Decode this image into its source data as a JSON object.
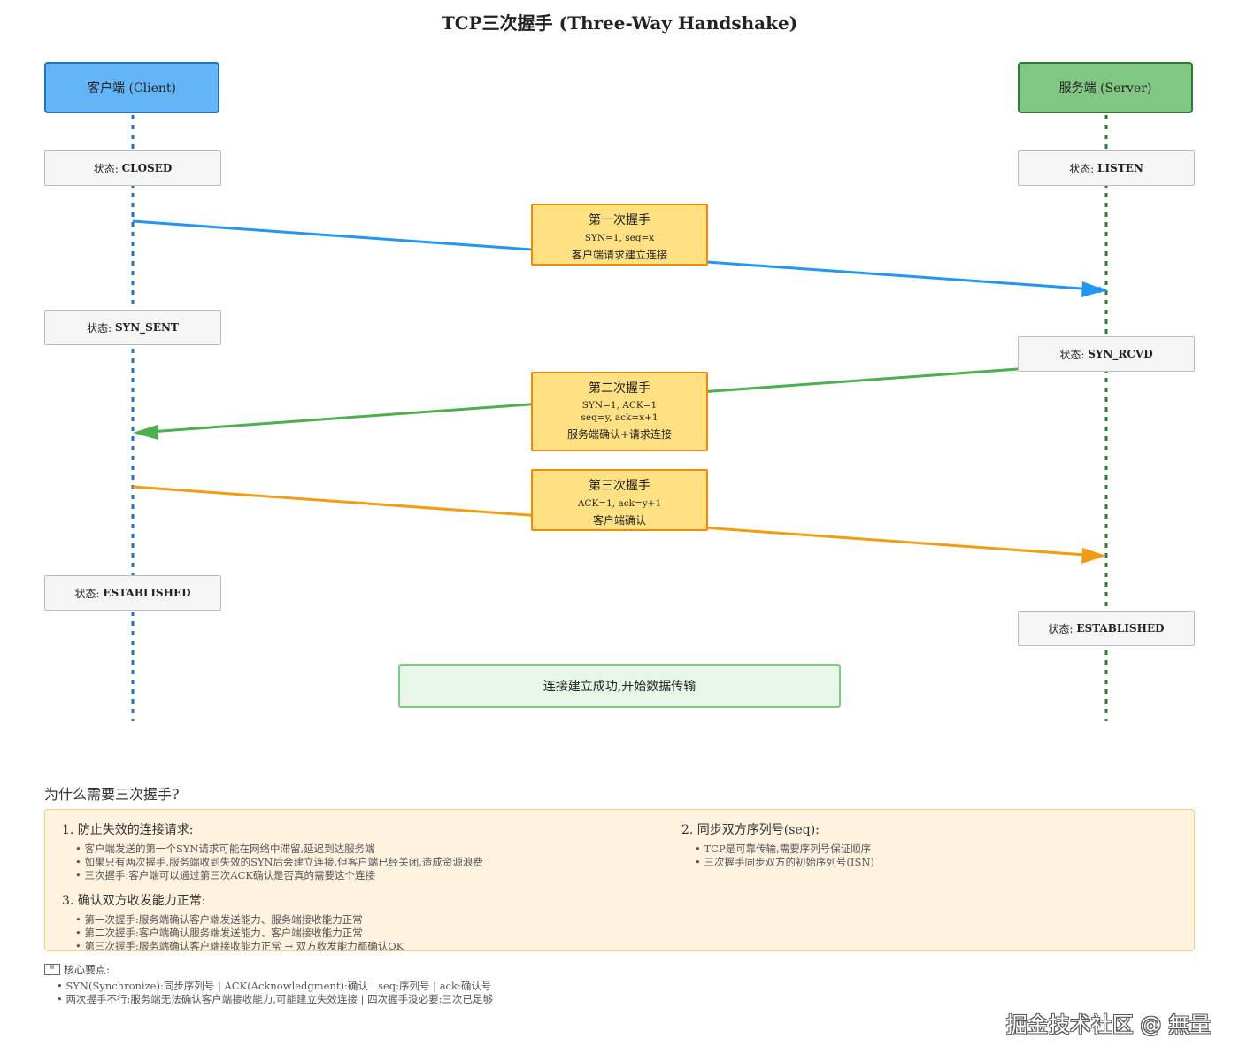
{
  "title": "TCP三次握手 (Three-Way Handshake)",
  "actors": {
    "client": "客户端 (Client)",
    "server": "服务端 (Server)"
  },
  "state_prefix": "状态: ",
  "states": {
    "client_closed": "CLOSED",
    "server_listen": "LISTEN",
    "client_syn_sent": "SYN_SENT",
    "server_syn_rcvd": "SYN_RCVD",
    "client_established": "ESTABLISHED",
    "server_established": "ESTABLISHED"
  },
  "messages": [
    {
      "title": "第一次握手",
      "lines": [
        "SYN=1, seq=x"
      ],
      "desc": "客户端请求建立连接",
      "color": "#2196f3"
    },
    {
      "title": "第二次握手",
      "lines": [
        "SYN=1, ACK=1",
        "seq=y, ack=x+1"
      ],
      "desc": "服务端确认+请求连接",
      "color": "#4caf50"
    },
    {
      "title": "第三次握手",
      "lines": [
        "ACK=1, ack=y+1"
      ],
      "desc": "客户端确认",
      "color": "#f39c12"
    }
  ],
  "success": "连接建立成功,开始数据传输",
  "why": {
    "title": "为什么需要三次握手?",
    "reasons": [
      {
        "title": "1. 防止失效的连接请求:",
        "items": [
          "• 客户端发送的第一个SYN请求可能在网络中滞留,延迟到达服务端",
          "• 如果只有两次握手,服务端收到失效的SYN后会建立连接,但客户端已经关闭,造成资源浪费",
          "• 三次握手:客户端可以通过第三次ACK确认是否真的需要这个连接"
        ]
      },
      {
        "title": "2. 同步双方序列号(seq):",
        "items": [
          "• TCP是可靠传输,需要序列号保证顺序",
          "• 三次握手同步双方的初始序列号(ISN)"
        ]
      },
      {
        "title": "3. 确认双方收发能力正常:",
        "items": [
          "• 第一次握手:服务端确认客户端发送能力、服务端接收能力正常",
          "• 第二次握手:客户端确认服务端发送能力、客户端接收能力正常",
          "• 第三次握手:服务端确认客户端接收能力正常 → 双方收发能力都确认OK"
        ]
      }
    ]
  },
  "key_points": {
    "icon": "memo-icon",
    "title": "核心要点:",
    "items": [
      "• SYN(Synchronize):同步序列号 | ACK(Acknowledgment):确认 | seq:序列号 | ack:确认号",
      "• 两次握手不行:服务端无法确认客户端接收能力,可能建立失效连接 | 四次握手没必要:三次已足够"
    ]
  },
  "watermark": "掘金技术社区 @ 無量",
  "colors": {
    "client_lifeline": "#1e73c6",
    "server_lifeline": "#2e7d32"
  }
}
